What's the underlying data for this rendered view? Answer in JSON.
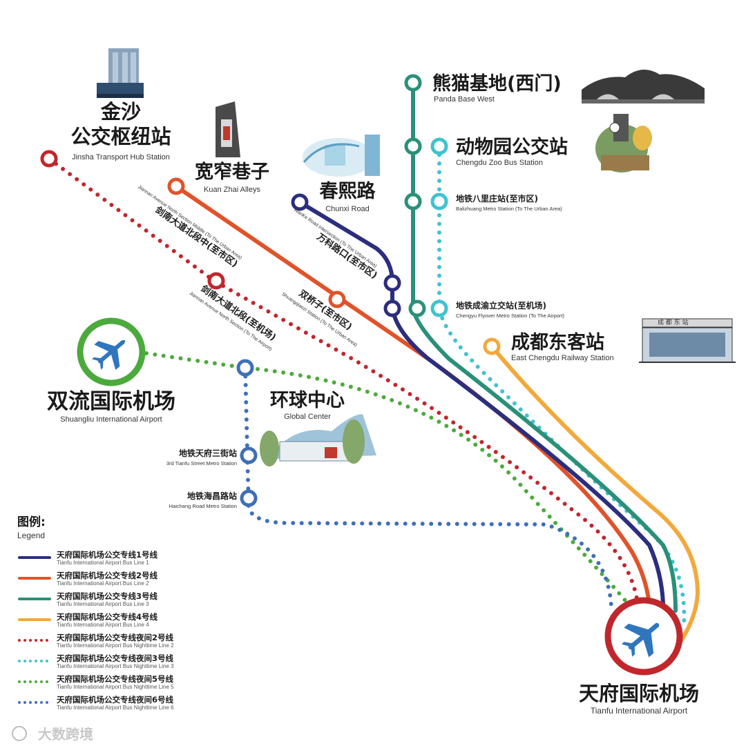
{
  "colors": {
    "line1": "#2b2e7e",
    "line2": "#e0532a",
    "line3": "#2a9079",
    "line4": "#f2a93b",
    "night2": "#c0272d",
    "night3": "#3ec3cf",
    "night5": "#4caa3c",
    "night6": "#3f6fb8"
  },
  "stations": {
    "tianfu": {
      "zh": "天府国际机场",
      "en": "Tianfu International Airport"
    },
    "shuangliu": {
      "zh": "双流国际机场",
      "en": "Shuangliu International Airport"
    },
    "jinsha": {
      "zh1": "金沙",
      "zh2": "公交枢纽站",
      "en": "Jinsha Transport Hub Station"
    },
    "kuanzhai": {
      "zh": "宽窄巷子",
      "en": "Kuan Zhai Alleys"
    },
    "chunxi": {
      "zh": "春熙路",
      "en": "Chunxi Road"
    },
    "panda": {
      "zh": "熊猫基地(西门)",
      "en": "Panda Base West"
    },
    "zoo": {
      "zh": "动物园公交站",
      "en": "Chengdu Zoo Bus Station"
    },
    "east": {
      "zh": "成都东客站",
      "en": "East Chengdu Railway Station"
    },
    "global": {
      "zh": "环球中心",
      "en": "Global Center"
    },
    "balizhuang": {
      "zh": "地铁八里庄站(至市区)",
      "en": "Balizhuang Metro Station (To The Urban Area)"
    },
    "chengyu": {
      "zh": "地铁成渝立交站(至机场)",
      "en": "Chengyu Flyover Metro Station (To The Airport)"
    },
    "wanke": {
      "zh": "万科路口(至市区)",
      "en": "WanKe Road Intersection (To The Urban Area)"
    },
    "shuangqiaozi": {
      "zh": "双桥子(至市区)",
      "en": "Shuangqiaozi Station (To The Urban Area)"
    },
    "jiannan_mid": {
      "zh": "剑南大道北段中(至市区)",
      "en": "Jiannan Avenue North Section Middle (To The Urban Area)"
    },
    "jiannan_north": {
      "zh": "剑南大道北段(至机场)",
      "en": "Jiannan Avenue North Section (To The Airport)"
    },
    "tianfu3": {
      "zh": "地铁天府三街站",
      "en": "3rd Tianfu Street Metro Station"
    },
    "haichang": {
      "zh": "地铁海昌路站",
      "en": "Haichang Road Metro Station"
    }
  },
  "legend": {
    "title_zh": "图例:",
    "title_en": "Legend",
    "items": [
      {
        "zh": "天府国际机场公交专线1号线",
        "en": "Tianfu International Airport Bus Line 1",
        "color_key": "line1",
        "style": "solid"
      },
      {
        "zh": "天府国际机场公交专线2号线",
        "en": "Tianfu International Airport Bus Line 2",
        "color_key": "line2",
        "style": "solid"
      },
      {
        "zh": "天府国际机场公交专线3号线",
        "en": "Tianfu International Airport Bus Line 3",
        "color_key": "line3",
        "style": "solid"
      },
      {
        "zh": "天府国际机场公交专线4号线",
        "en": "Tianfu International Airport Bus Line 4",
        "color_key": "line4",
        "style": "solid"
      },
      {
        "zh": "天府国际机场公交专线夜间2号线",
        "en": "Tianfu International Airport Bus Nighttime Line 2",
        "color_key": "night2",
        "style": "dotted"
      },
      {
        "zh": "天府国际机场公交专线夜间3号线",
        "en": "Tianfu International Airport Bus Nighttime Line 3",
        "color_key": "night3",
        "style": "dotted"
      },
      {
        "zh": "天府国际机场公交专线夜间5号线",
        "en": "Tianfu International Airport Bus Nighttime Line 5",
        "color_key": "night5",
        "style": "dotted"
      },
      {
        "zh": "天府国际机场公交专线夜间6号线",
        "en": "Tianfu International Airport Bus Nighttime Line 6",
        "color_key": "night6",
        "style": "dotted"
      }
    ]
  },
  "watermark": "大数跨境"
}
